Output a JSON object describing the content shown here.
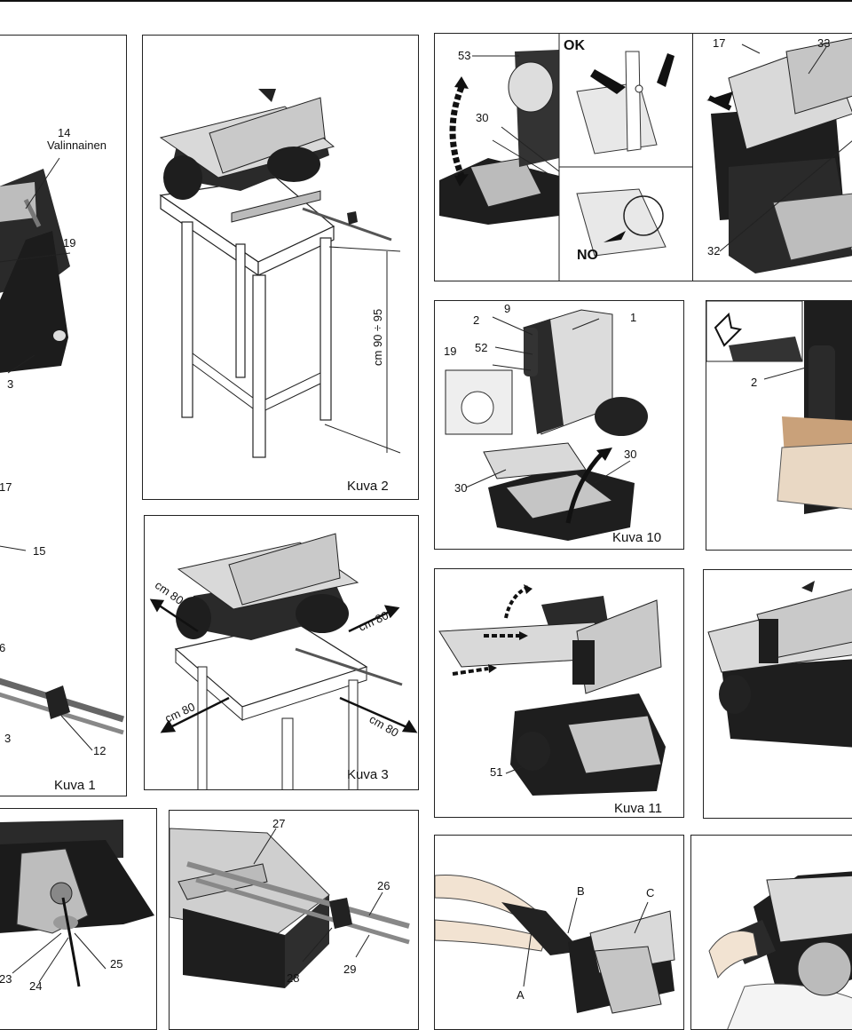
{
  "figures": [
    {
      "id": "kuva1",
      "caption": "Kuva 1",
      "labels": [
        "14",
        "Valinnainen",
        "19",
        "3",
        "17",
        "15",
        "6",
        "3",
        "12"
      ]
    },
    {
      "id": "kuva2",
      "caption": "Kuva 2",
      "labels": [
        "cm 90 ÷ 95"
      ]
    },
    {
      "id": "kuva3",
      "caption": "Kuva 3",
      "labels": [
        "cm 80",
        "cm 80",
        "cm 80",
        "cm 80"
      ]
    },
    {
      "id": "kuva10",
      "caption": "Kuva 10",
      "labels": [
        "9",
        "1",
        "2",
        "52",
        "19",
        "30",
        "30"
      ]
    },
    {
      "id": "kuva11",
      "caption": "Kuva 11",
      "labels": [
        "51"
      ]
    },
    {
      "id": "fig-ok-no",
      "caption": "",
      "labels": [
        "53",
        "OK",
        "30",
        "NO"
      ]
    },
    {
      "id": "fig-17-33",
      "caption": "",
      "labels": [
        "17",
        "33",
        "32"
      ]
    },
    {
      "id": "fig-2-right",
      "caption": "",
      "labels": [
        "2"
      ]
    },
    {
      "id": "fig-23-25",
      "caption": "",
      "labels": [
        "23",
        "24",
        "25"
      ]
    },
    {
      "id": "fig-26-29",
      "caption": "",
      "labels": [
        "27",
        "26",
        "28",
        "29"
      ]
    },
    {
      "id": "fig-abc",
      "caption": "",
      "labels": [
        "B",
        "C",
        "A"
      ]
    }
  ],
  "colors": {
    "line": "#222222",
    "tool_dark": "#1e1e1e",
    "tool_mid": "#6e6e6e",
    "tool_light": "#c8c8c8",
    "aluminium": "#d9d9d9"
  }
}
